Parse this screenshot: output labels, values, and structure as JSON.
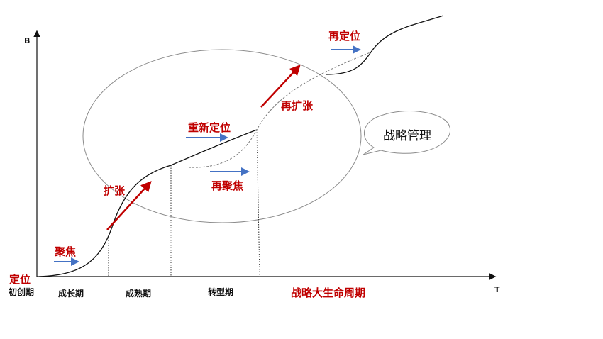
{
  "axes": {
    "y_label": "B",
    "x_label": "T"
  },
  "stages": [
    "初创期",
    "成长期",
    "成熟期",
    "转型期"
  ],
  "lifecycle_title": "战略大生命周期",
  "actions": {
    "position": "定位",
    "focus": "聚焦",
    "expand": "扩张",
    "reposition": "重新定位",
    "refocus": "再聚焦",
    "reexpand": "再扩张",
    "reposition_again": "再定位"
  },
  "callout": "战略管理",
  "colors": {
    "red": "#c00000",
    "blue": "#4472c4",
    "curve": "#111111",
    "ellipse": "#8c8c8c"
  }
}
